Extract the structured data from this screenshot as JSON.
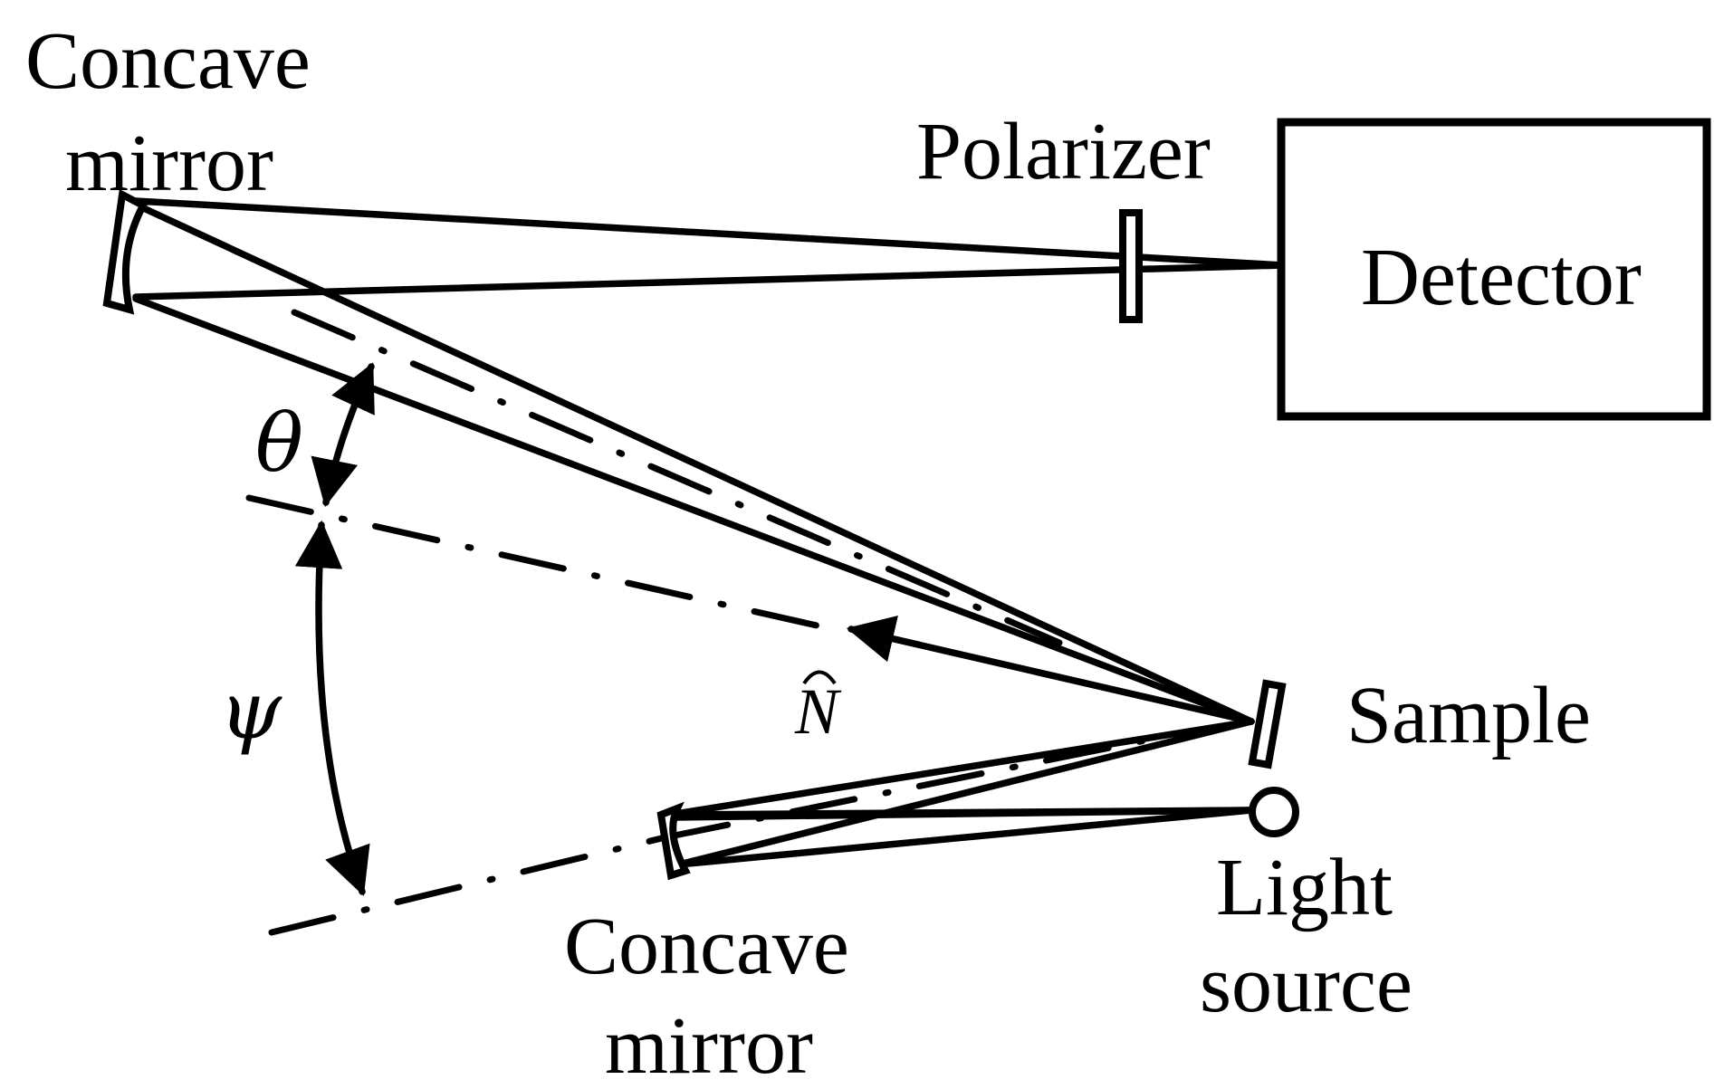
{
  "labels": {
    "top_mirror_line1": "Concave",
    "top_mirror_line2": "mirror",
    "polarizer": "Polarizer",
    "detector": "Detector",
    "sample": "Sample",
    "light_source_line1": "Light",
    "light_source_line2": "source",
    "bottom_mirror_line1": "Concave",
    "bottom_mirror_line2": "mirror",
    "theta": "θ",
    "psi": "ψ",
    "normal": "N"
  }
}
